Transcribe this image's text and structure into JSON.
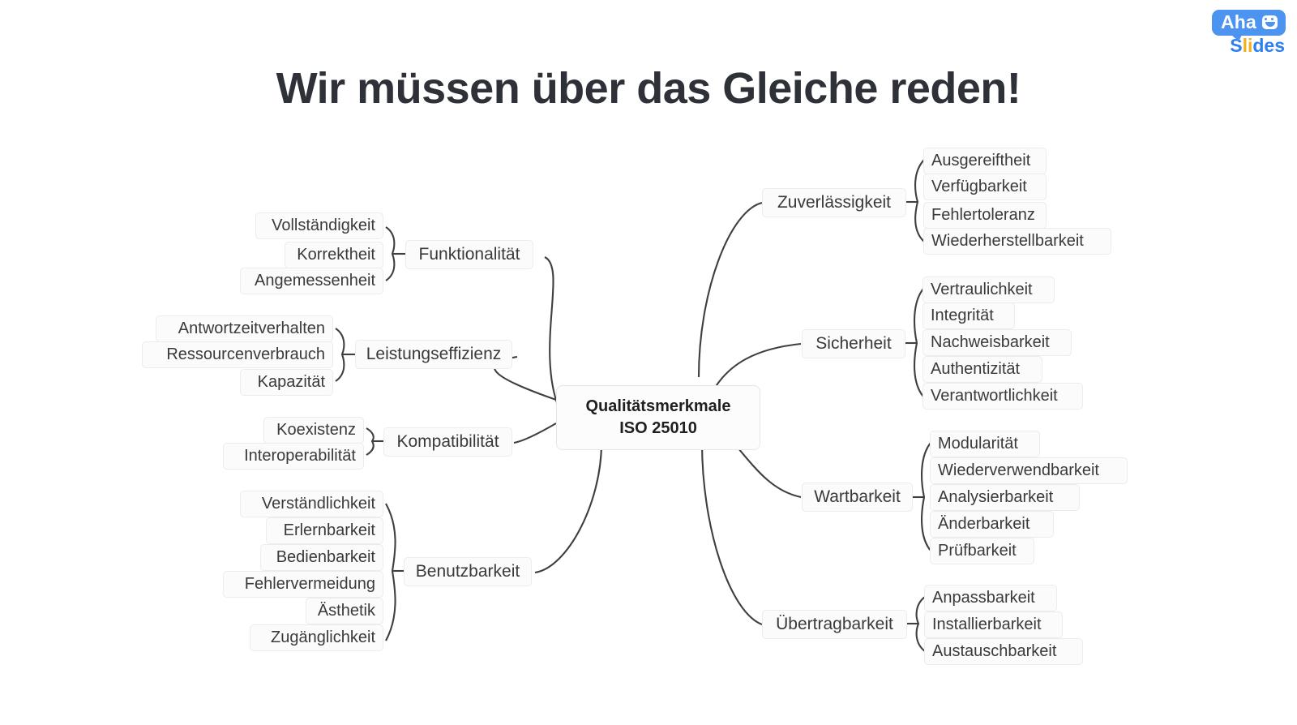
{
  "brand": {
    "name": "AhaSlides",
    "word_top": "Aha",
    "word_bottom_s": "S",
    "word_bottom_l": "li",
    "word_bottom_rest": "des",
    "bubble_color": "#4d94f0",
    "accent_color": "#2d7ff0",
    "highlight_color": "#f3b01c"
  },
  "slide": {
    "title": "Wir müssen über das Gleiche reden!",
    "background": "#ffffff",
    "text_color": "#2e3238"
  },
  "mindmap": {
    "center": {
      "line1": "Qualitätsmerkmale",
      "line2": "ISO 25010"
    },
    "branches": [
      {
        "side": "left",
        "label": "Funktionalität",
        "children": [
          "Vollständigkeit",
          "Korrektheit",
          "Angemessenheit"
        ]
      },
      {
        "side": "left",
        "label": "Leistungseffizienz",
        "children": [
          "Antwortzeitverhalten",
          "Ressourcenverbrauch",
          "Kapazität"
        ]
      },
      {
        "side": "left",
        "label": "Kompatibilität",
        "children": [
          "Koexistenz",
          "Interoperabilität"
        ]
      },
      {
        "side": "left",
        "label": "Benutzbarkeit",
        "children": [
          "Verständlichkeit",
          "Erlernbarkeit",
          "Bedienbarkeit",
          "Fehlervermeidung",
          "Ästhetik",
          "Zugänglichkeit"
        ]
      },
      {
        "side": "right",
        "label": "Zuverlässigkeit",
        "children": [
          "Ausgereiftheit",
          "Verfügbarkeit",
          "Fehlertoleranz",
          "Wiederherstellbarkeit"
        ]
      },
      {
        "side": "right",
        "label": "Sicherheit",
        "children": [
          "Vertraulichkeit",
          "Integrität",
          "Nachweisbarkeit",
          "Authentizität",
          "Verantwortlichkeit"
        ]
      },
      {
        "side": "right",
        "label": "Wartbarkeit",
        "children": [
          "Modularität",
          "Wiederverwendbarkeit",
          "Analysierbarkeit",
          "Änderbarkeit",
          "Prüfbarkeit"
        ]
      },
      {
        "side": "right",
        "label": "Übertragbarkeit",
        "children": [
          "Anpassbarkeit",
          "Installierbarkeit",
          "Austauschbarkeit"
        ]
      }
    ]
  }
}
